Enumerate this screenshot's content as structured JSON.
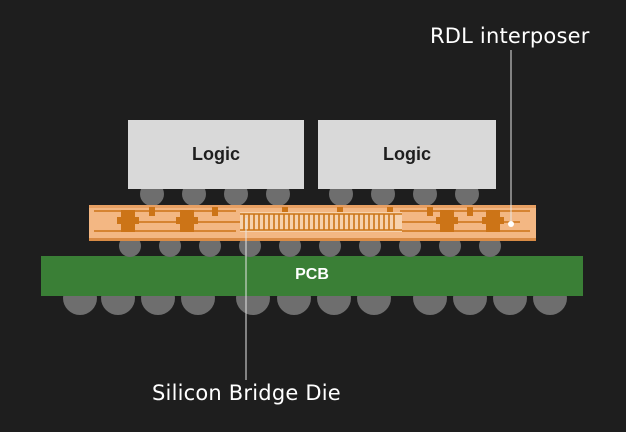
{
  "labels": {
    "logic_left": "Logic",
    "logic_right": "Logic",
    "pcb": "PCB",
    "rdl_interposer": "RDL interposer",
    "silicon_bridge_die": "Silicon Bridge Die"
  },
  "colors": {
    "background": "#1e1e1e",
    "logic_die": "#d9d9d9",
    "solder_bump": "#6e6e6e",
    "rdl_interposer": "#f3b783",
    "rdl_traces": "#cc7417",
    "pcb": "#3a7f36",
    "leader_line": "#e6e6e6"
  },
  "icons": {
    "bumps": "solder-ball",
    "bridge": "silicon-bridge-die"
  }
}
